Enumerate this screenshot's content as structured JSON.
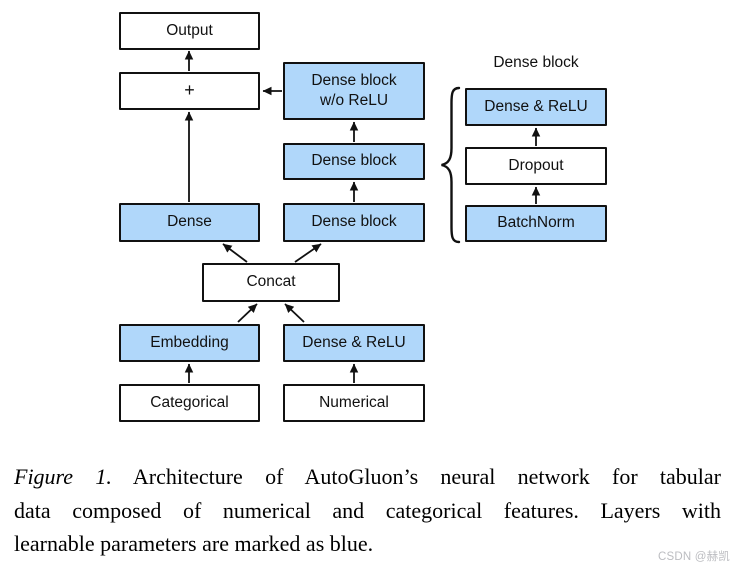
{
  "colors": {
    "learnable_fill": "#b0d7fa",
    "border": "#111111",
    "background": "#ffffff",
    "watermark_gray": "#bcbdc1"
  },
  "diagram": {
    "nodes": {
      "output": "Output",
      "plus": "+",
      "dense_wo_relu_line1": "Dense block",
      "dense_wo_relu_line2": "w/o ReLU",
      "dense_block_upper": "Dense block",
      "dense_block_lower": "Dense block",
      "dense": "Dense",
      "concat": "Concat",
      "embedding": "Embedding",
      "dense_relu": "Dense & ReLU",
      "categorical": "Categorical",
      "numerical": "Numerical"
    },
    "legend": {
      "title": "Dense block",
      "dense_relu": "Dense & ReLU",
      "dropout": "Dropout",
      "batchnorm": "BatchNorm"
    }
  },
  "caption": {
    "figure_label": "Figure 1.",
    "line1_rest": " Architecture of AutoGluon’s neural network for tabular",
    "line2": "data composed of numerical and categorical features. Layers with",
    "line3": "learnable parameters are marked as blue."
  },
  "watermark": "CSDN @赫凯"
}
